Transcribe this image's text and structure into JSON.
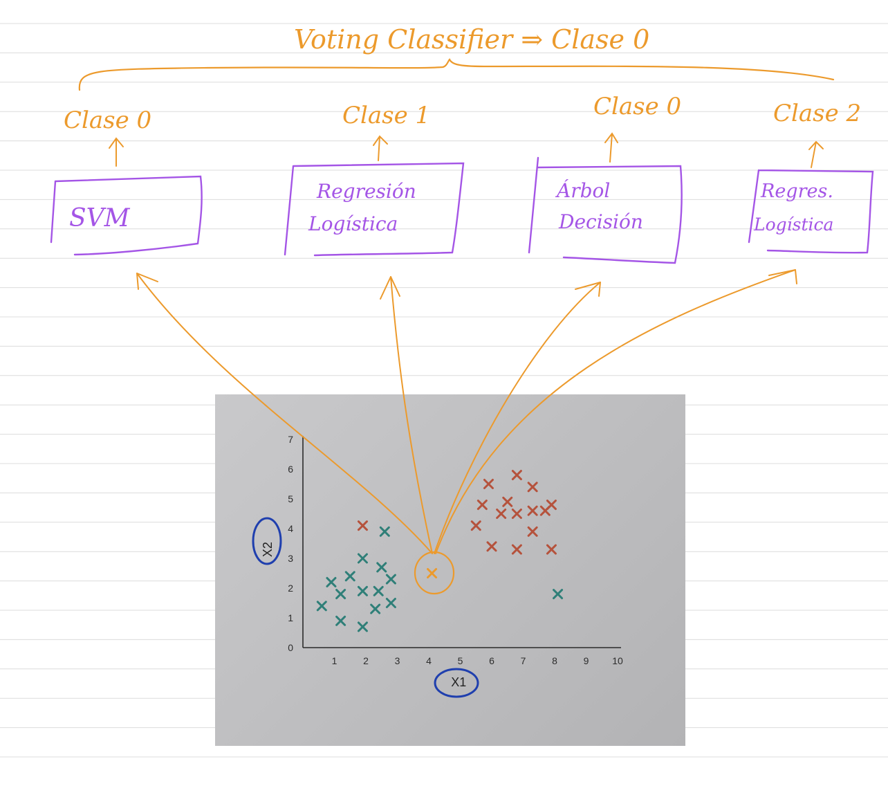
{
  "title_note": "Voting Classifier ⇒ Clase 0",
  "models": [
    {
      "name_lines": [
        "SVM"
      ],
      "prediction": "Clase 0"
    },
    {
      "name_lines": [
        "Regresión",
        "Logística"
      ],
      "prediction": "Clase 1"
    },
    {
      "name_lines": [
        "Árbol",
        "Decisión"
      ],
      "prediction": "Clase 0"
    },
    {
      "name_lines": [
        "Regres.",
        "Logística"
      ],
      "prediction": "Clase 2"
    }
  ],
  "colors": {
    "ink_orange": "#ec9a2c",
    "ink_purple": "#a455e6",
    "ink_blue": "#1f3fae",
    "teal": "#2f7f78",
    "red": "#b5523c",
    "rule_line": "#dcdcdc"
  },
  "chart_data": {
    "type": "scatter",
    "xlabel": "X1",
    "ylabel": "X2",
    "xlim": [
      0,
      10
    ],
    "ylim": [
      0,
      7
    ],
    "xticks": [
      "1",
      "2",
      "3",
      "4",
      "5",
      "6",
      "7",
      "8",
      "9",
      "10"
    ],
    "yticks": [
      "0",
      "1",
      "2",
      "3",
      "4",
      "5",
      "6",
      "7"
    ],
    "series": [
      {
        "color": "#2f7f78",
        "points": [
          [
            0.6,
            1.4
          ],
          [
            1.2,
            0.9
          ],
          [
            1.9,
            0.7
          ],
          [
            0.9,
            2.2
          ],
          [
            1.2,
            1.8
          ],
          [
            1.5,
            2.4
          ],
          [
            2.3,
            1.3
          ],
          [
            2.8,
            1.5
          ],
          [
            1.9,
            1.9
          ],
          [
            2.4,
            1.9
          ],
          [
            2.8,
            2.3
          ],
          [
            2.5,
            2.7
          ],
          [
            1.9,
            3.0
          ],
          [
            2.6,
            3.9
          ],
          [
            8.1,
            1.8
          ]
        ]
      },
      {
        "color": "#b5523c",
        "points": [
          [
            1.9,
            4.1
          ],
          [
            5.5,
            4.1
          ],
          [
            5.7,
            4.8
          ],
          [
            5.9,
            5.5
          ],
          [
            6.3,
            4.5
          ],
          [
            6.0,
            3.4
          ],
          [
            6.5,
            4.9
          ],
          [
            6.8,
            5.8
          ],
          [
            6.8,
            4.5
          ],
          [
            6.8,
            3.3
          ],
          [
            7.3,
            4.6
          ],
          [
            7.3,
            3.9
          ],
          [
            7.3,
            5.4
          ],
          [
            7.7,
            4.6
          ],
          [
            7.9,
            4.8
          ],
          [
            7.9,
            3.3
          ]
        ]
      },
      {
        "color": "#ec9a2c",
        "points": [
          [
            4.1,
            2.5
          ]
        ]
      }
    ]
  }
}
